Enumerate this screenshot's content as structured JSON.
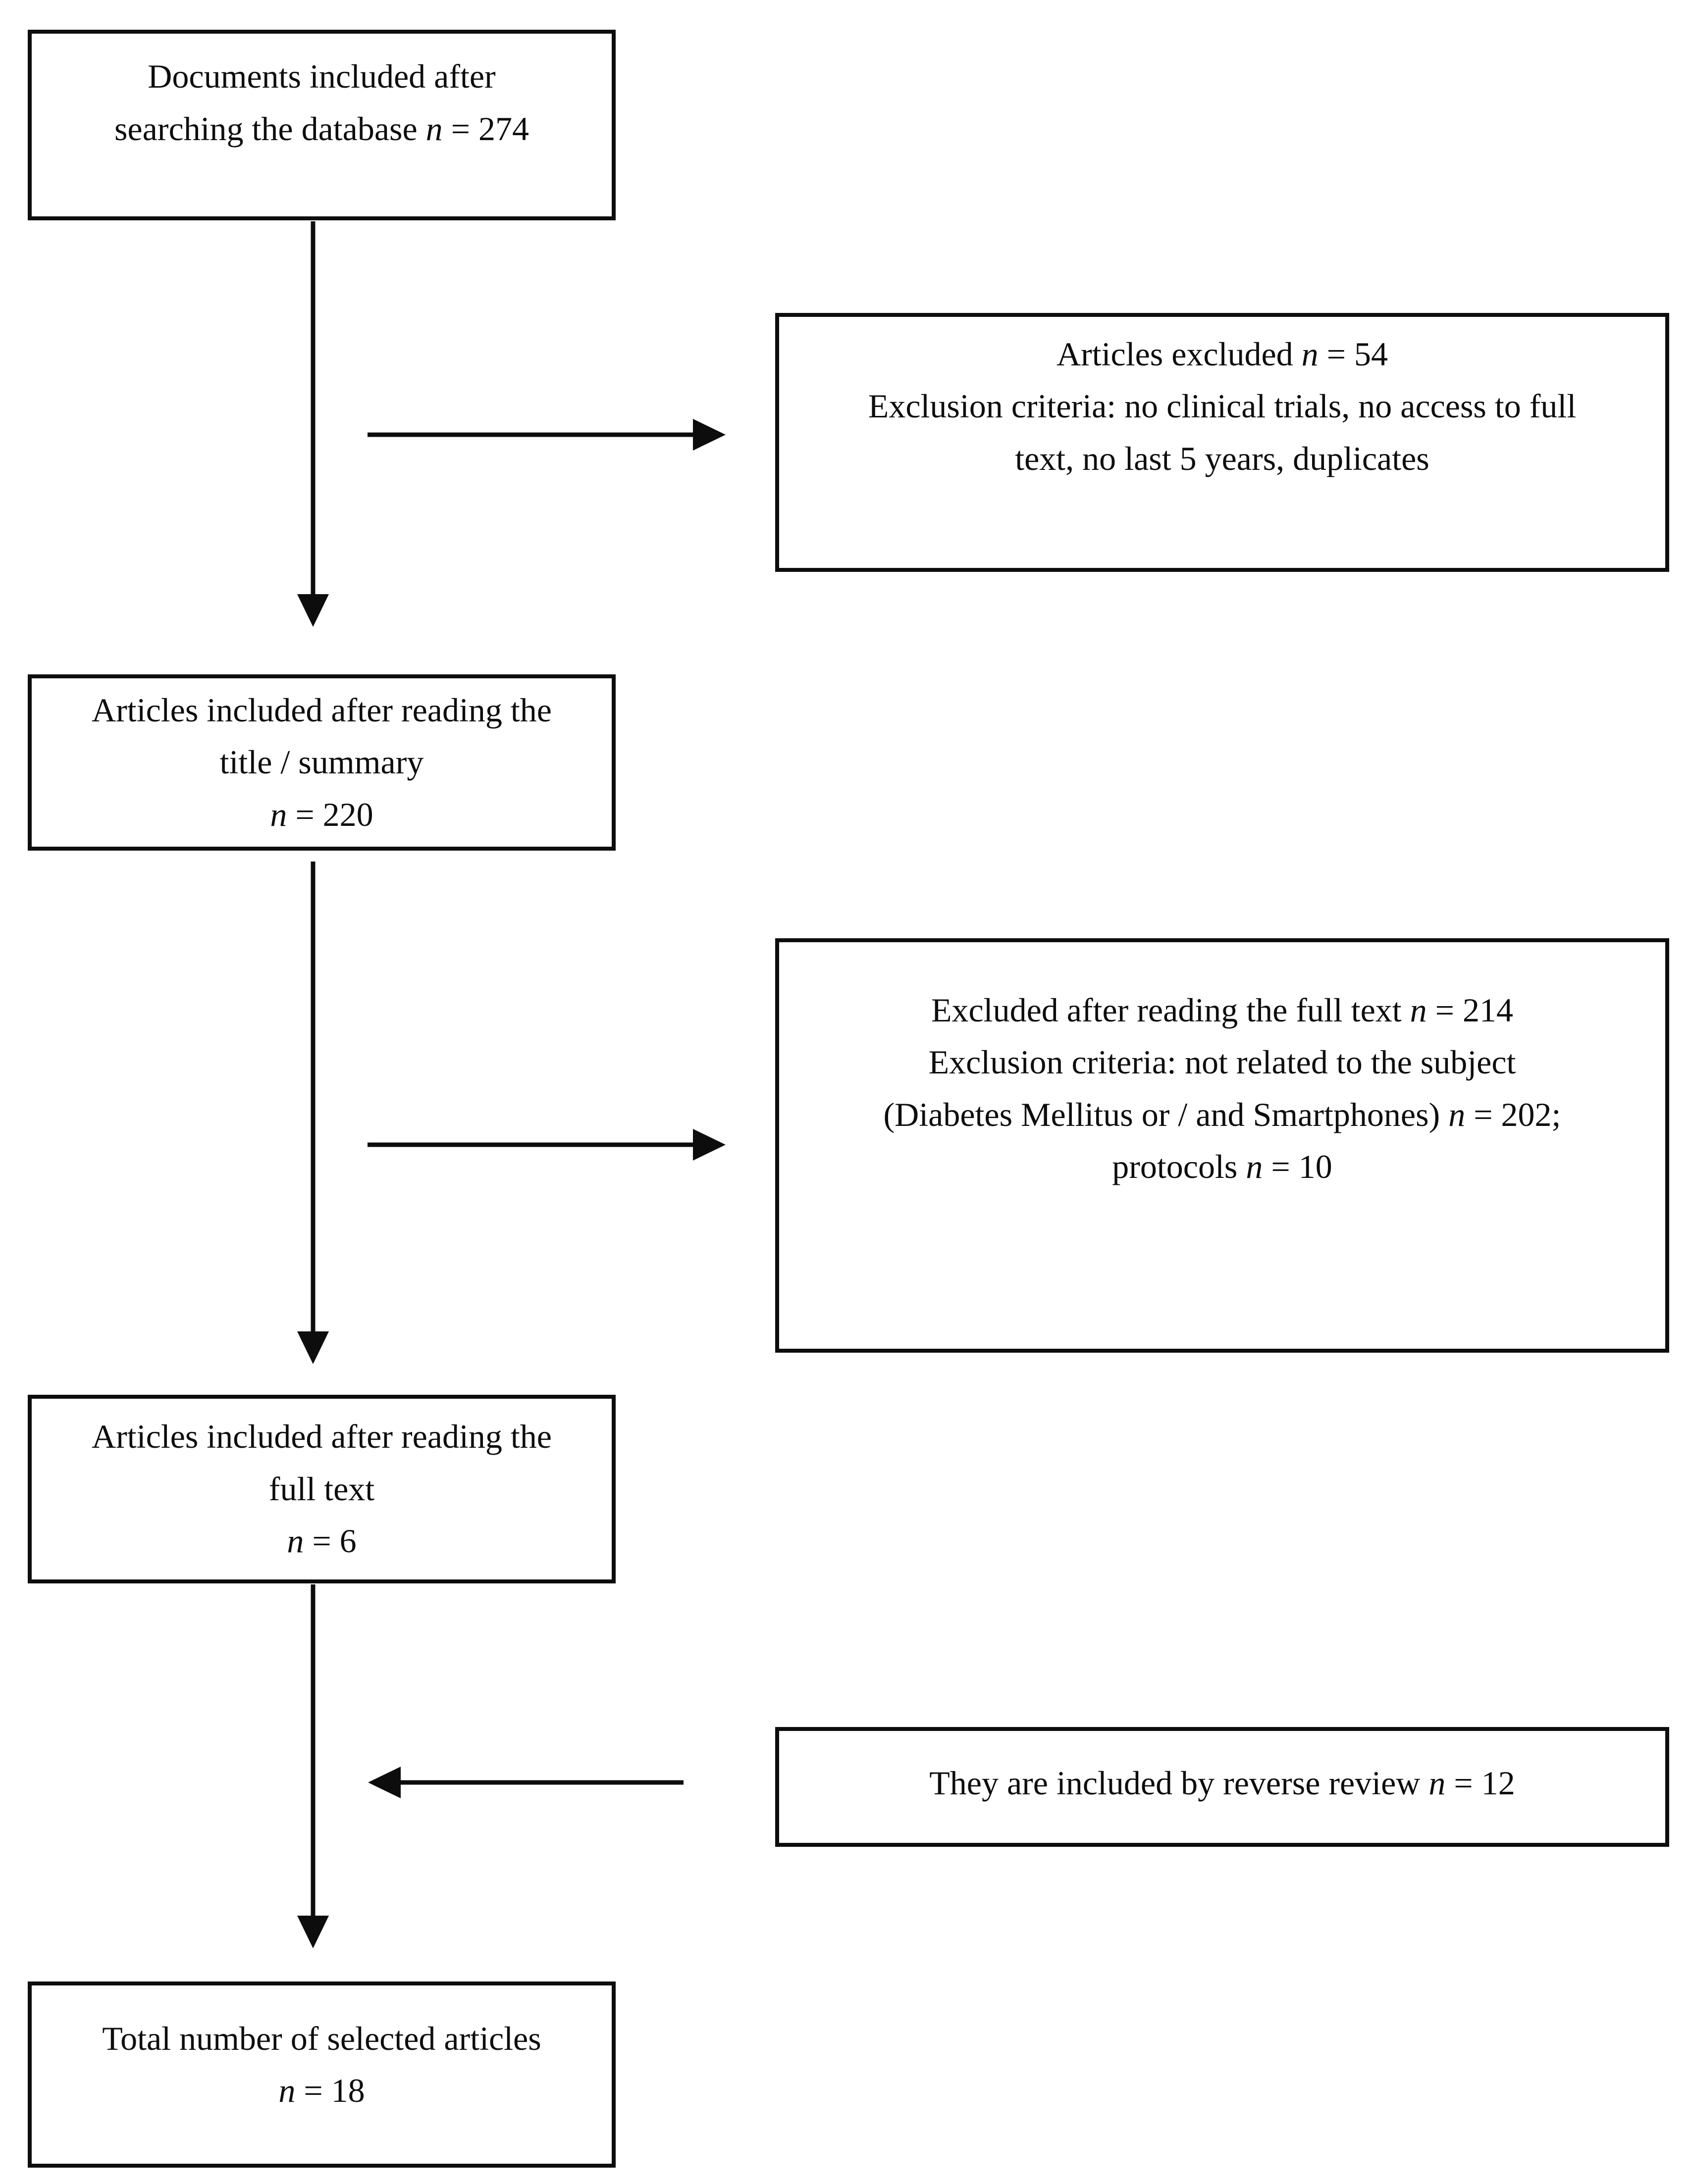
{
  "figure": {
    "boxes": [
      {
        "id": "documents-database",
        "text": "Documents included after\nsearching the database n = 274"
      },
      {
        "id": "articles-excluded",
        "text": "Articles excluded n = 54\nExclusion criteria: no clinical trials, no access to full\ntext, no last 5 years, duplicates"
      },
      {
        "id": "included-title-summary",
        "text": "Articles included after reading the\ntitle / summary\nn = 220"
      },
      {
        "id": "excluded-full-text",
        "text": "Excluded after reading the full text n = 214\nExclusion criteria: not related to the subject\n(Diabetes Mellitus or / and Smartphones) n = 202;\nprotocols n = 10"
      },
      {
        "id": "included-full-text",
        "text": "Articles included after reading the\nfull text\nn = 6"
      },
      {
        "id": "reverse-review",
        "text": "They are included by reverse review n = 12"
      },
      {
        "id": "total-selected",
        "text": "Total number of selected articles\nn = 18"
      }
    ],
    "arrows": [
      {
        "from": "documents-database",
        "to": "included-title-summary",
        "direction": "down"
      },
      {
        "from": "included-title-summary",
        "to": "included-full-text",
        "direction": "down"
      },
      {
        "from": "included-full-text",
        "to": "total-selected",
        "direction": "down"
      },
      {
        "from": "documents-database",
        "to": "articles-excluded",
        "direction": "right"
      },
      {
        "from": "included-title-summary",
        "to": "excluded-full-text",
        "direction": "right"
      },
      {
        "from": "reverse-review",
        "to": "included-full-text",
        "direction": "left"
      }
    ],
    "line_color": "#0d0d0d",
    "background_color": "#ffffff"
  }
}
